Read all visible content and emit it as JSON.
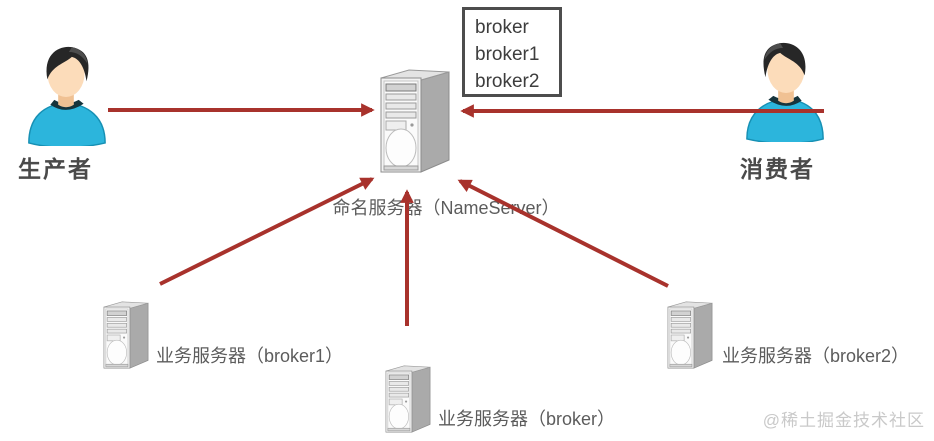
{
  "diagram": {
    "producer": {
      "label": "生产者",
      "icon": "person-icon"
    },
    "consumer": {
      "label": "消费者",
      "icon": "person-icon"
    },
    "nameserver": {
      "label": "命名服务器（NameServer）",
      "icon": "server-tower-icon"
    },
    "broker_box": {
      "lines": [
        "broker",
        "broker1",
        "broker2"
      ]
    },
    "brokers": [
      {
        "label": "业务服务器（broker1）",
        "icon": "server-tower-icon"
      },
      {
        "label": "业务服务器（broker）",
        "icon": "server-tower-icon"
      },
      {
        "label": "业务服务器（broker2）",
        "icon": "server-tower-icon"
      }
    ],
    "arrows": [
      {
        "name": "producer-to-nameserver",
        "direction": "right"
      },
      {
        "name": "consumer-to-nameserver",
        "direction": "left"
      },
      {
        "name": "broker1-to-nameserver",
        "direction": "up-right"
      },
      {
        "name": "broker-to-nameserver",
        "direction": "up"
      },
      {
        "name": "broker2-to-nameserver",
        "direction": "up-left"
      }
    ],
    "watermark": "@稀土掘金技术社区",
    "colors": {
      "arrow": "#a8322c",
      "box_border": "#4d4d4d",
      "person_shirt": "#2cb5dc",
      "text_dark": "#4a4a4a",
      "text_gray": "#5c5c5c",
      "watermark": "#c9c9c9"
    }
  }
}
